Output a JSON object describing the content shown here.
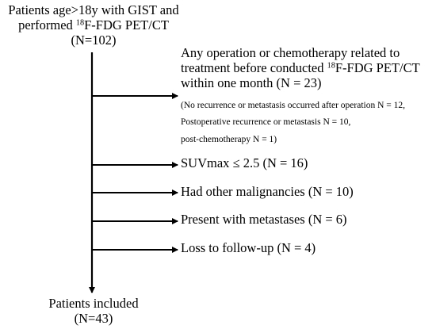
{
  "top_box": {
    "line1": "Patients age>18y with GIST and",
    "line2_pre": "performed ",
    "line2_sup": "18",
    "line2_post": "F-FDG PET/CT",
    "line3": "(N=102)"
  },
  "exclusions": [
    {
      "line1": "Any operation or chemotherapy related to",
      "line2_pre": "treatment before conducted ",
      "line2_sup": "18",
      "line2_post": "F-FDG PET/CT",
      "line3": "within one month (N = 23)",
      "details": [
        "(No recurrence or metastasis occurred after operation N = 12,",
        "Postoperative recurrence or metastasis N = 10,",
        "post-chemotherapy N = 1)"
      ]
    },
    {
      "label": "SUVmax ≤ 2.5 (N = 16)"
    },
    {
      "label": "Had other malignancies (N = 10)"
    },
    {
      "label": "Present with metastases (N = 6)"
    },
    {
      "label": "Loss to follow-up (N = 4)"
    }
  ],
  "bottom_box": {
    "line1": "Patients included",
    "line2": "(N=43)"
  },
  "colors": {
    "line": "#000000",
    "text": "#000000",
    "background": "#ffffff"
  }
}
